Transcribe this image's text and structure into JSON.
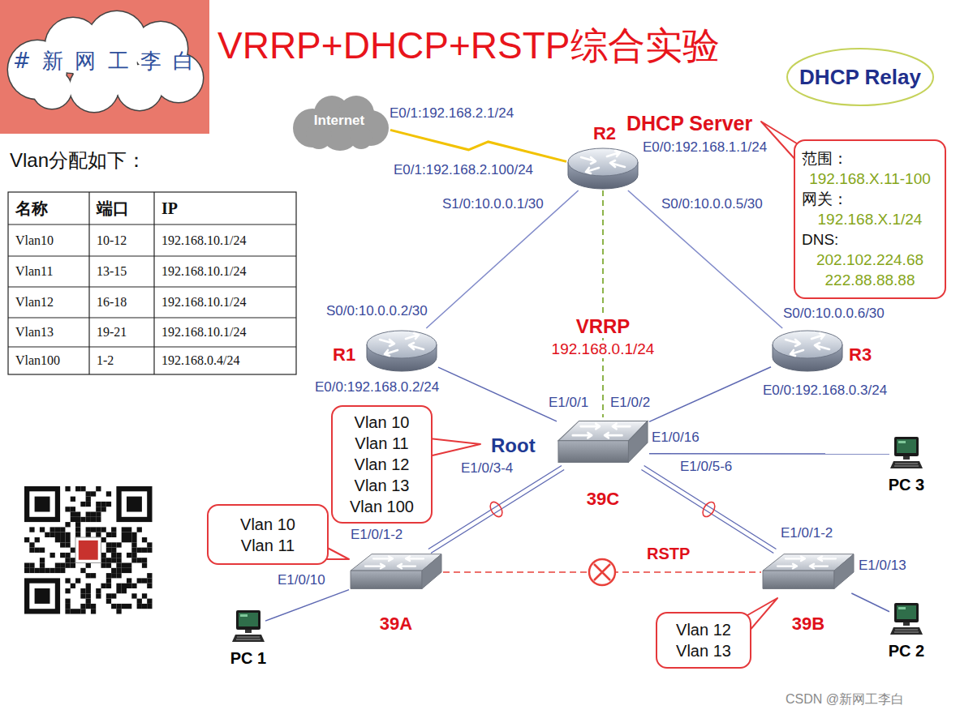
{
  "diagram": {
    "title": "VRRP+DHCP+RSTP综合实验",
    "nodes": [
      {
        "text": [
          "# 新 网 工 李 白"
        ]
      },
      {
        "text": [
          "DHCP Relay"
        ]
      },
      {
        "text": [
          "Internet"
        ]
      },
      {
        "text": [
          "R2"
        ]
      },
      {
        "text": [
          "范围：",
          "192.168.X.11-100",
          "网关：",
          "192.168.X.1/24",
          "DNS:",
          "202.102.224.68 222.88.88.88"
        ]
      },
      {
        "text": [
          "R1"
        ]
      },
      {
        "text": [
          "R3"
        ]
      },
      {
        "text": [
          "39C"
        ]
      },
      {
        "text": [
          "Vlan 10",
          "Vlan 11",
          "Vlan 12",
          "Vlan 13",
          "Vlan 100"
        ]
      },
      {
        "text": [
          "39A"
        ]
      },
      {
        "text": [
          "39B"
        ]
      },
      {
        "text": [
          "Vlan 10",
          "Vlan 11"
        ]
      },
      {
        "text": [
          "Vlan 12",
          "Vlan 13"
        ]
      },
      {
        "text": [
          "PC 1"
        ]
      },
      {
        "text": [
          "PC 2"
        ]
      },
      {
        "text": [
          "PC 3"
        ]
      }
    ],
    "edges": [
      {
        "from": 2,
        "to": 3,
        "arrow": "none"
      },
      {
        "from": 3,
        "to": 5,
        "arrow": "none"
      },
      {
        "from": 3,
        "to": 6,
        "arrow": "none"
      },
      {
        "from": 3,
        "to": 7,
        "arrow": "none",
        "label": "VRRP"
      },
      {
        "from": 5,
        "to": 7,
        "arrow": "none"
      },
      {
        "from": 6,
        "to": 7,
        "arrow": "none"
      },
      {
        "from": 7,
        "to": 9,
        "arrow": "none"
      },
      {
        "from": 7,
        "to": 10,
        "arrow": "none"
      },
      {
        "from": 7,
        "to": 15,
        "arrow": "none"
      },
      {
        "from": 9,
        "to": 13,
        "arrow": "none"
      },
      {
        "from": 10,
        "to": 14,
        "arrow": "none"
      },
      {
        "from": 9,
        "to": 10,
        "arrow": "none"
      }
    ],
    "labels": [
      "DHCP Server",
      "Vlan分配如下：",
      "名称",
      "端口",
      "IP",
      "Vlan10",
      "10-12",
      "192.168.10.1/24",
      "Vlan11",
      "13-15",
      "192.168.10.1/24",
      "Vlan12",
      "16-18",
      "192.168.10.1/24",
      "Vlan13",
      "19-21",
      "192.168.10.1/24",
      "Vlan100",
      "1-2",
      "192.168.0.4/24",
      "E0/1:192.168.2.1/24",
      "E0/1:192.168.2.100/24",
      "E0/0:192.168.1.1/24",
      "S1/0:10.0.0.1/30",
      "S0/0:10.0.0.5/30",
      "S0/0:10.0.0.2/30",
      "S0/0:10.0.0.6/30",
      "192.168.0.1/24",
      "E0/0:192.168.0.2/24",
      "E0/0:192.168.0.3/24",
      "E1/0/1",
      "E1/0/2",
      "Root",
      "E1/0/16",
      "E1/0/3-4",
      "E1/0/5-6",
      "E1/0/1-2",
      "E1/0/1-2",
      "RSTP",
      "E1/0/10",
      "E1/0/13",
      "CSDN @新网工李白"
    ]
  }
}
